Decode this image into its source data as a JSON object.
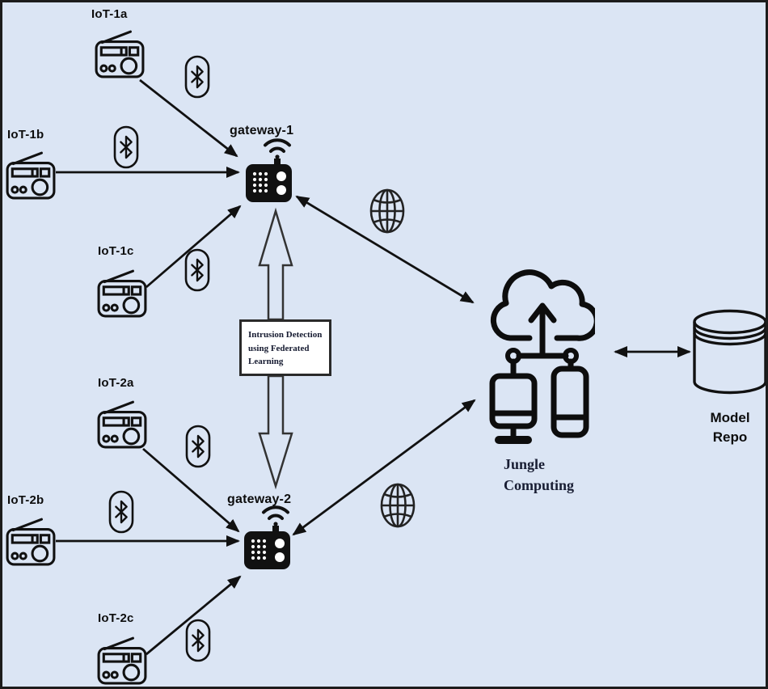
{
  "background": {
    "fill": "#dbe5f4",
    "frame": "#1c1c1c"
  },
  "colors": {
    "line": "#111111",
    "text": "#0d0d0d",
    "serif_text": "#181d33",
    "box_fill": "#ffffff"
  },
  "nodes": {
    "iot": [
      {
        "id": "iot-1a",
        "label": "IoT-1a"
      },
      {
        "id": "iot-1b",
        "label": "IoT-1b"
      },
      {
        "id": "iot-1c",
        "label": "IoT-1c"
      },
      {
        "id": "iot-2a",
        "label": "IoT-2a"
      },
      {
        "id": "iot-2b",
        "label": "IoT-2b"
      },
      {
        "id": "iot-2c",
        "label": "IoT-2c"
      }
    ],
    "gateways": [
      {
        "id": "gateway-1",
        "label": "gateway-1"
      },
      {
        "id": "gateway-2",
        "label": "gateway-2"
      }
    ],
    "fl_box": {
      "label": "Intrusion Detection using Federated Learning"
    },
    "cloud": {
      "label": "Jungle Computing",
      "line1": "Jungle",
      "line2": "Computing"
    },
    "repo": {
      "label": "Model Repo",
      "line1": "Model",
      "line2": "Repo"
    }
  },
  "icons": {
    "iot_device": "radio-icon",
    "gateway_device": "walkie-talkie-icon",
    "gateway_signal": "wifi-signal-icon",
    "local_link": "bluetooth-icon",
    "wan_link": "globe-icon",
    "cloud_cluster": "cloud-upload-cluster-icon",
    "model_repo": "database-cylinder-icon"
  },
  "edges": [
    {
      "from": "IoT-1a",
      "to": "gateway-1",
      "via": "bluetooth",
      "bidirectional": false
    },
    {
      "from": "IoT-1b",
      "to": "gateway-1",
      "via": "bluetooth",
      "bidirectional": false
    },
    {
      "from": "IoT-1c",
      "to": "gateway-1",
      "via": "bluetooth",
      "bidirectional": false
    },
    {
      "from": "IoT-2a",
      "to": "gateway-2",
      "via": "bluetooth",
      "bidirectional": false
    },
    {
      "from": "IoT-2b",
      "to": "gateway-2",
      "via": "bluetooth",
      "bidirectional": false
    },
    {
      "from": "IoT-2c",
      "to": "gateway-2",
      "via": "bluetooth",
      "bidirectional": false
    },
    {
      "from": "gateway-1",
      "to": "Jungle Computing",
      "via": "internet",
      "bidirectional": true
    },
    {
      "from": "gateway-2",
      "to": "Jungle Computing",
      "via": "internet",
      "bidirectional": true
    },
    {
      "from": "Jungle Computing",
      "to": "Model Repo",
      "via": "",
      "bidirectional": true
    },
    {
      "from": "Intrusion Detection using Federated Learning",
      "to": "gateway-1",
      "via": "",
      "style": "hollow-arrow"
    },
    {
      "from": "Intrusion Detection using Federated Learning",
      "to": "gateway-2",
      "via": "",
      "style": "hollow-arrow"
    }
  ]
}
